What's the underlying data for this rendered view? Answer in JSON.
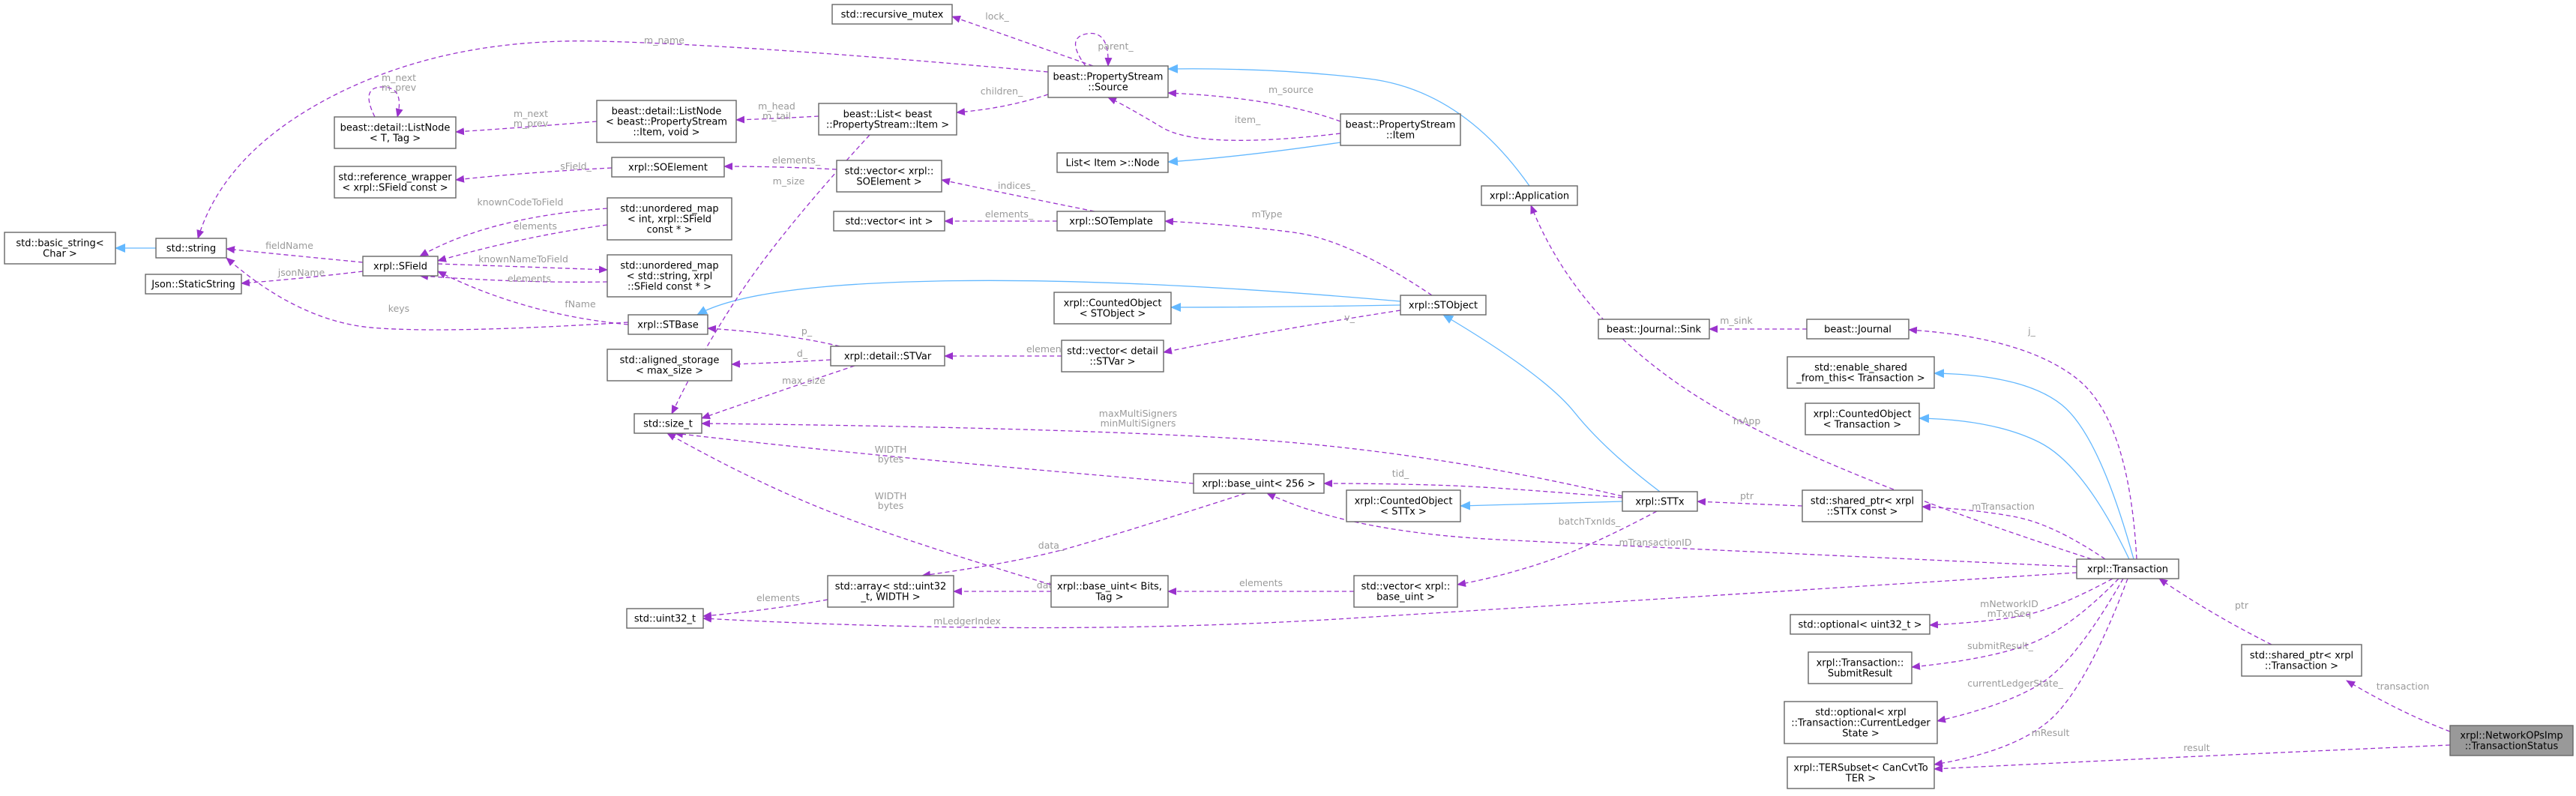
{
  "nodes": [
    {
      "id": "NetworkOPsImp_TransactionStatus",
      "lines": [
        "xrpl::NetworkOPsImp",
        "::TransactionStatus"
      ],
      "focus": true
    },
    {
      "id": "Transaction",
      "lines": [
        "xrpl::Transaction"
      ]
    },
    {
      "id": "shared_ptr_Transaction",
      "lines": [
        "std::shared_ptr< xrpl",
        "::Transaction >"
      ]
    },
    {
      "id": "TERSubset",
      "lines": [
        "xrpl::TERSubset< CanCvtTo",
        "TER >"
      ]
    },
    {
      "id": "optional_CurrentLedgerState",
      "lines": [
        "std::optional< xrpl",
        "::Transaction::CurrentLedger",
        "State >"
      ]
    },
    {
      "id": "SubmitResult",
      "lines": [
        "xrpl::Transaction::",
        "SubmitResult"
      ]
    },
    {
      "id": "optional_uint32",
      "lines": [
        "std::optional< uint32_t >"
      ]
    },
    {
      "id": "shared_ptr_STTx",
      "lines": [
        "std::shared_ptr< xrpl",
        "::STTx const >"
      ]
    },
    {
      "id": "CountedObject_Transaction",
      "lines": [
        "xrpl::CountedObject",
        "< Transaction >"
      ]
    },
    {
      "id": "enable_shared",
      "lines": [
        "std::enable_shared",
        "_from_this< Transaction >"
      ]
    },
    {
      "id": "beast_Journal",
      "lines": [
        "beast::Journal"
      ]
    },
    {
      "id": "Journal_Sink",
      "lines": [
        "beast::Journal::Sink"
      ]
    },
    {
      "id": "Application",
      "lines": [
        "xrpl::Application"
      ]
    },
    {
      "id": "PropertyStream_Item",
      "lines": [
        "beast::PropertyStream",
        "::Item"
      ]
    },
    {
      "id": "PropertyStream_Source",
      "lines": [
        "beast::PropertyStream",
        "::Source"
      ]
    },
    {
      "id": "recursive_mutex",
      "lines": [
        "std::recursive_mutex"
      ]
    },
    {
      "id": "List_Item",
      "lines": [
        "beast::List< beast",
        "::PropertyStream::Item >"
      ]
    },
    {
      "id": "ListNode_Item",
      "lines": [
        "beast::detail::ListNode",
        "< beast::PropertyStream",
        "::Item, void >"
      ]
    },
    {
      "id": "ListNode_T",
      "lines": [
        "beast::detail::ListNode",
        "< T, Tag >"
      ]
    },
    {
      "id": "ListItemNode",
      "lines": [
        "List< Item >::Node"
      ]
    },
    {
      "id": "STTx",
      "lines": [
        "xrpl::STTx"
      ]
    },
    {
      "id": "CountedObject_STTx",
      "lines": [
        "xrpl::CountedObject",
        "< STTx >"
      ]
    },
    {
      "id": "vector_base_uint",
      "lines": [
        "std::vector< xrpl::",
        "base_uint >"
      ]
    },
    {
      "id": "base_uint_Bits",
      "lines": [
        "xrpl::base_uint< Bits,",
        "Tag >"
      ]
    },
    {
      "id": "base_uint_256",
      "lines": [
        "xrpl::base_uint< 256 >"
      ]
    },
    {
      "id": "array_uint32",
      "lines": [
        "std::array< std::uint32",
        "_t, WIDTH >"
      ]
    },
    {
      "id": "uint32_t",
      "lines": [
        "std::uint32_t"
      ]
    },
    {
      "id": "size_t",
      "lines": [
        "std::size_t"
      ]
    },
    {
      "id": "STObject",
      "lines": [
        "xrpl::STObject"
      ]
    },
    {
      "id": "CountedObject_STObject",
      "lines": [
        "xrpl::CountedObject",
        "< STObject >"
      ]
    },
    {
      "id": "vector_STVar",
      "lines": [
        "std::vector< detail",
        "::STVar >"
      ]
    },
    {
      "id": "STVar",
      "lines": [
        "xrpl::detail::STVar"
      ]
    },
    {
      "id": "aligned_storage",
      "lines": [
        "std::aligned_storage",
        "< max_size >"
      ]
    },
    {
      "id": "STBase",
      "lines": [
        "xrpl::STBase"
      ]
    },
    {
      "id": "SOTemplate",
      "lines": [
        "xrpl::SOTemplate"
      ]
    },
    {
      "id": "vector_int",
      "lines": [
        "std::vector< int >"
      ]
    },
    {
      "id": "vector_SOElement",
      "lines": [
        "std::vector< xrpl::",
        "SOElement >"
      ]
    },
    {
      "id": "SOElement",
      "lines": [
        "xrpl::SOElement"
      ]
    },
    {
      "id": "reference_wrapper",
      "lines": [
        "std::reference_wrapper",
        "< xrpl::SField const >"
      ]
    },
    {
      "id": "SField",
      "lines": [
        "xrpl::SField"
      ]
    },
    {
      "id": "unordered_map_int",
      "lines": [
        "std::unordered_map",
        "< int, xrpl::SField",
        "const * >"
      ]
    },
    {
      "id": "unordered_map_string",
      "lines": [
        "std::unordered_map",
        "< std::string, xrpl",
        "::SField const * >"
      ]
    },
    {
      "id": "std_string",
      "lines": [
        "std::string"
      ]
    },
    {
      "id": "basic_string",
      "lines": [
        "std::basic_string<",
        "Char >"
      ]
    },
    {
      "id": "StaticString",
      "lines": [
        "Json::StaticString"
      ]
    }
  ],
  "edges": [
    {
      "id": "e1",
      "kind": "member",
      "labels": [
        "transaction"
      ]
    },
    {
      "id": "e2",
      "kind": "member",
      "labels": [
        "result"
      ]
    },
    {
      "id": "e3",
      "kind": "member",
      "labels": [
        "ptr"
      ]
    },
    {
      "id": "e4",
      "kind": "member",
      "labels": [
        "mResult"
      ]
    },
    {
      "id": "e5",
      "kind": "member",
      "labels": [
        "currentLedgerState_"
      ]
    },
    {
      "id": "e6",
      "kind": "member",
      "labels": [
        "submitResult_"
      ]
    },
    {
      "id": "e7",
      "kind": "member",
      "labels": [
        "mNetworkID",
        "mTxnSeq"
      ]
    },
    {
      "id": "e8",
      "kind": "member",
      "labels": [
        "mTransaction"
      ]
    },
    {
      "id": "e9",
      "kind": "inherit",
      "labels": []
    },
    {
      "id": "e10",
      "kind": "inherit",
      "labels": []
    },
    {
      "id": "e11",
      "kind": "member",
      "labels": [
        "j_"
      ]
    },
    {
      "id": "e12",
      "kind": "member",
      "labels": [
        "m_sink"
      ]
    },
    {
      "id": "e13",
      "kind": "member",
      "labels": [
        "mApp"
      ]
    },
    {
      "id": "e14",
      "kind": "member",
      "labels": [
        "mTransactionID"
      ]
    },
    {
      "id": "e15",
      "kind": "member",
      "labels": [
        "mLedgerIndex"
      ]
    },
    {
      "id": "e16",
      "kind": "member",
      "labels": [
        "ptr"
      ]
    },
    {
      "id": "e17",
      "kind": "inherit",
      "labels": []
    },
    {
      "id": "e18",
      "kind": "inherit",
      "labels": []
    },
    {
      "id": "e19",
      "kind": "member",
      "labels": [
        "batchTxnIds_"
      ]
    },
    {
      "id": "e20",
      "kind": "member",
      "labels": [
        "tid_"
      ]
    },
    {
      "id": "e21",
      "kind": "member",
      "labels": [
        "maxMultiSigners",
        "minMultiSigners"
      ]
    },
    {
      "id": "e22",
      "kind": "member",
      "labels": [
        "elements"
      ]
    },
    {
      "id": "e23",
      "kind": "member",
      "labels": [
        "data_"
      ]
    },
    {
      "id": "e24",
      "kind": "member",
      "labels": [
        "WIDTH",
        "bytes"
      ]
    },
    {
      "id": "e25",
      "kind": "member",
      "labels": [
        "data_"
      ]
    },
    {
      "id": "e26",
      "kind": "member",
      "labels": [
        "WIDTH",
        "bytes"
      ]
    },
    {
      "id": "e27",
      "kind": "member",
      "labels": [
        "elements"
      ]
    },
    {
      "id": "e28",
      "kind": "inherit",
      "labels": []
    },
    {
      "id": "e29",
      "kind": "member",
      "labels": [
        "v_"
      ]
    },
    {
      "id": "e30",
      "kind": "member",
      "labels": [
        "mType"
      ]
    },
    {
      "id": "e31",
      "kind": "inherit",
      "labels": []
    },
    {
      "id": "e32",
      "kind": "member",
      "labels": [
        "elements"
      ]
    },
    {
      "id": "e33",
      "kind": "member",
      "labels": [
        "p_"
      ]
    },
    {
      "id": "e34",
      "kind": "member",
      "labels": [
        "d_"
      ]
    },
    {
      "id": "e35",
      "kind": "member",
      "labels": [
        "max_size"
      ]
    },
    {
      "id": "e36",
      "kind": "member",
      "labels": [
        "fName"
      ]
    },
    {
      "id": "e37",
      "kind": "member",
      "labels": [
        "elements_"
      ]
    },
    {
      "id": "e38",
      "kind": "member",
      "labels": [
        "indices_"
      ]
    },
    {
      "id": "e39",
      "kind": "member",
      "labels": [
        "elements_"
      ]
    },
    {
      "id": "e40",
      "kind": "member",
      "labels": [
        "sField_"
      ]
    },
    {
      "id": "e41",
      "kind": "member",
      "labels": [
        "knownCodeToField"
      ]
    },
    {
      "id": "e42",
      "kind": "member",
      "labels": [
        "elements"
      ]
    },
    {
      "id": "e43",
      "kind": "member",
      "labels": [
        "knownNameToField"
      ]
    },
    {
      "id": "e44",
      "kind": "member",
      "labels": [
        "elements"
      ]
    },
    {
      "id": "e45",
      "kind": "member",
      "labels": [
        "fieldName"
      ]
    },
    {
      "id": "e46",
      "kind": "member",
      "labels": [
        "jsonName"
      ]
    },
    {
      "id": "e47",
      "kind": "member",
      "labels": [
        "keys"
      ]
    },
    {
      "id": "e48",
      "kind": "inherit",
      "labels": []
    },
    {
      "id": "e49",
      "kind": "member",
      "labels": [
        "m_name"
      ]
    },
    {
      "id": "e50",
      "kind": "member",
      "labels": [
        "lock_"
      ]
    },
    {
      "id": "e51",
      "kind": "member",
      "labels": [
        "parent_"
      ]
    },
    {
      "id": "e52",
      "kind": "member",
      "labels": [
        "children_"
      ]
    },
    {
      "id": "e53",
      "kind": "member",
      "labels": [
        "m_source"
      ]
    },
    {
      "id": "e54",
      "kind": "member",
      "labels": [
        "item_"
      ]
    },
    {
      "id": "e55",
      "kind": "inherit",
      "labels": []
    },
    {
      "id": "e56",
      "kind": "inherit",
      "labels": []
    },
    {
      "id": "e57",
      "kind": "member",
      "labels": [
        "m_head",
        "m_tail"
      ]
    },
    {
      "id": "e58",
      "kind": "member",
      "labels": [
        "m_next",
        "m_prev"
      ]
    },
    {
      "id": "e59",
      "kind": "member",
      "labels": [
        "m_next",
        "m_prev"
      ]
    },
    {
      "id": "e60",
      "kind": "member",
      "labels": [
        "m_size"
      ]
    }
  ]
}
